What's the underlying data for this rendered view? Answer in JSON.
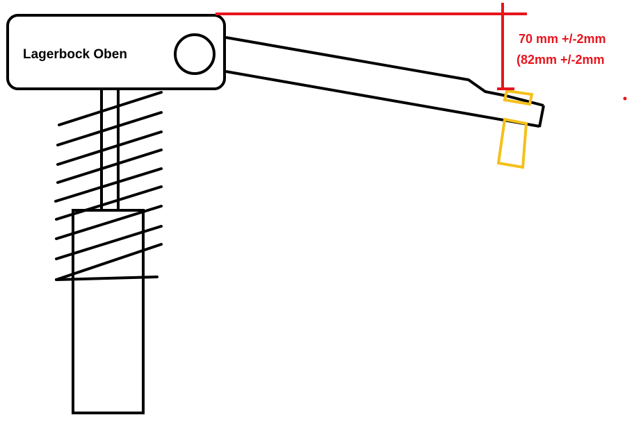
{
  "diagram": {
    "bracket_label": "Lagerbock Oben",
    "dimension_line1": "70 mm +/-2mm",
    "dimension_line2": "(82mm +/-2mm"
  },
  "colors": {
    "outline": "#000000",
    "dimension": "#e8141c",
    "highlight": "#f5c018",
    "background": "#ffffff"
  }
}
